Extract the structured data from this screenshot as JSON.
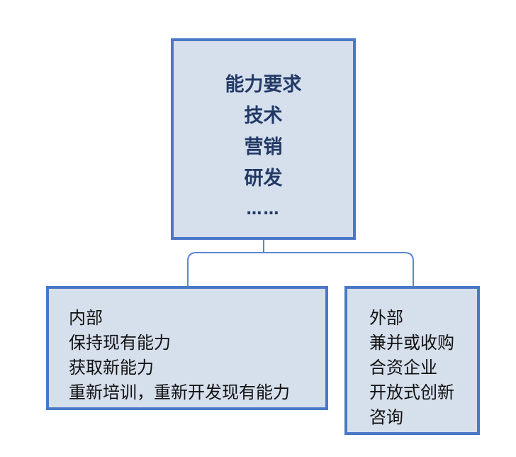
{
  "top": {
    "lines": [
      "能力要求",
      "技术",
      "营销",
      "研发",
      "……"
    ]
  },
  "left": {
    "lines": [
      "内部",
      "保持现有能力",
      "获取新能力",
      "重新培训，重新开发现有能力"
    ]
  },
  "right": {
    "lines": [
      "外部",
      "兼并或收购",
      "合资企业",
      "开放式创新",
      "咨询"
    ]
  },
  "colors": {
    "box_fill": "#d6dfec",
    "box_border": "#4a78c8",
    "connector": "#5b86cf",
    "top_text": "#223a66"
  }
}
